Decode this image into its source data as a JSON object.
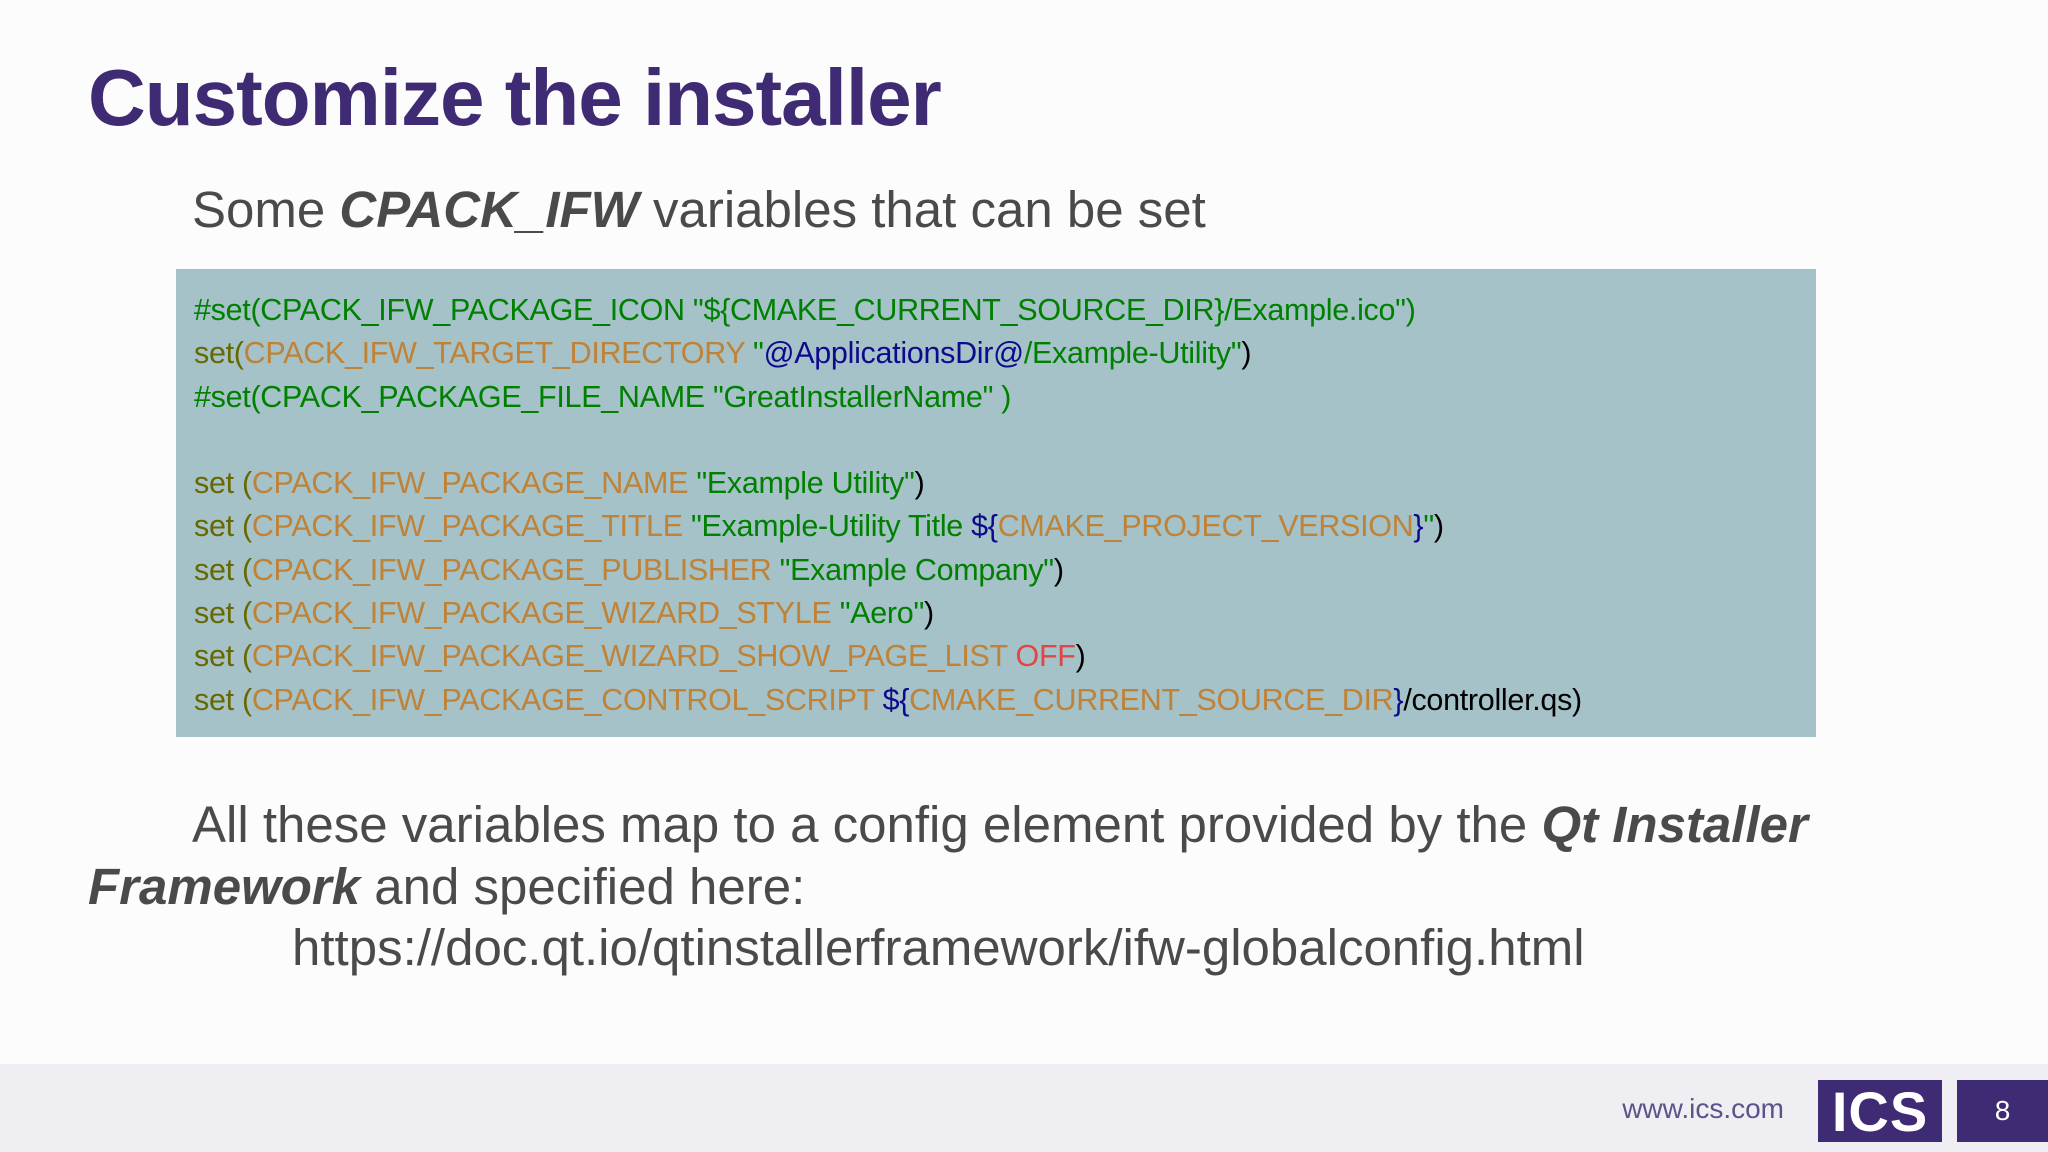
{
  "slide": {
    "title": "Customize the installer",
    "subtitle": {
      "before": "Some ",
      "emphasis": "CPACK_IFW",
      "after": " variables that can be set"
    },
    "code_lines": [
      [
        {
          "t": "#set(CPACK_IFW_PACKAGE_ICON  \"${CMAKE_CURRENT_SOURCE_DIR}/Example.ico\")",
          "c": "cmt"
        }
      ],
      [
        {
          "t": "set(",
          "c": "kw"
        },
        {
          "t": "CPACK_IFW_TARGET_DIRECTORY",
          "c": "var"
        },
        {
          "t": " \"",
          "c": "str"
        },
        {
          "t": "@ApplicationsDir@",
          "c": "blu"
        },
        {
          "t": "/Example-Utility\"",
          "c": "str"
        },
        {
          "t": ")",
          "c": "blk"
        }
      ],
      [
        {
          "t": "#set(CPACK_PACKAGE_FILE_NAME \"GreatInstallerName\" )",
          "c": "cmt"
        }
      ],
      [],
      [
        {
          "t": "set (",
          "c": "kw"
        },
        {
          "t": "CPACK_IFW_PACKAGE_NAME",
          "c": "var"
        },
        {
          "t": " \"Example Utility\"",
          "c": "str"
        },
        {
          "t": ")",
          "c": "blk"
        }
      ],
      [
        {
          "t": "set (",
          "c": "kw"
        },
        {
          "t": "CPACK_IFW_PACKAGE_TITLE",
          "c": "var"
        },
        {
          "t": " \"Example-Utility Title ",
          "c": "str"
        },
        {
          "t": "${",
          "c": "blu"
        },
        {
          "t": "CMAKE_PROJECT_VERSION",
          "c": "var"
        },
        {
          "t": "}",
          "c": "blu"
        },
        {
          "t": "\"",
          "c": "str"
        },
        {
          "t": ")",
          "c": "blk"
        }
      ],
      [
        {
          "t": "set (",
          "c": "kw"
        },
        {
          "t": "CPACK_IFW_PACKAGE_PUBLISHER",
          "c": "var"
        },
        {
          "t": " \"Example Company\"",
          "c": "str"
        },
        {
          "t": ")",
          "c": "blk"
        }
      ],
      [
        {
          "t": "set (",
          "c": "kw"
        },
        {
          "t": "CPACK_IFW_PACKAGE_WIZARD_STYLE",
          "c": "var"
        },
        {
          "t": " \"Aero\"",
          "c": "str"
        },
        {
          "t": ")",
          "c": "blk"
        }
      ],
      [
        {
          "t": "set (",
          "c": "kw"
        },
        {
          "t": "CPACK_IFW_PACKAGE_WIZARD_SHOW_PAGE_LIST",
          "c": "var"
        },
        {
          "t": " OFF",
          "c": "red"
        },
        {
          "t": ")",
          "c": "blk"
        }
      ],
      [
        {
          "t": "set (",
          "c": "kw"
        },
        {
          "t": "CPACK_IFW_PACKAGE_CONTROL_SCRIPT",
          "c": "var"
        },
        {
          "t": " ${",
          "c": "blu"
        },
        {
          "t": "CMAKE_CURRENT_SOURCE_DIR",
          "c": "var"
        },
        {
          "t": "}",
          "c": "blu"
        },
        {
          "t": "/controller.qs)",
          "c": "blk"
        }
      ]
    ],
    "body": {
      "part1": "All these variables map to a config element provided by the ",
      "emphasis1": "Qt Installer",
      "emphasis2": "Framework",
      "part2": " and specified here:"
    },
    "url": "https://doc.qt.io/qtinstallerframework/ifw-globalconfig.html"
  },
  "footer": {
    "website": "www.ics.com",
    "logo_text": "ICS",
    "page_number": "8"
  },
  "colors": {
    "brand_purple": "#3e2b74",
    "code_background": "#a4c2c7"
  }
}
